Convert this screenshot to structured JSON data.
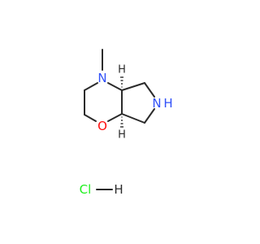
{
  "molecule": {
    "atoms": {
      "amine_n": "N",
      "ring_nh": "N",
      "ring_nh_h": "H",
      "ether_o": "O",
      "stereo_h_top": "H",
      "stereo_h_bottom": "H",
      "salt_cl": "Cl",
      "salt_h": "H"
    }
  },
  "colors": {
    "nitrogen": "#3050F8",
    "oxygen": "#FF0D0D",
    "chlorine": "#1FF01F",
    "bond": "#2b2b2b"
  }
}
